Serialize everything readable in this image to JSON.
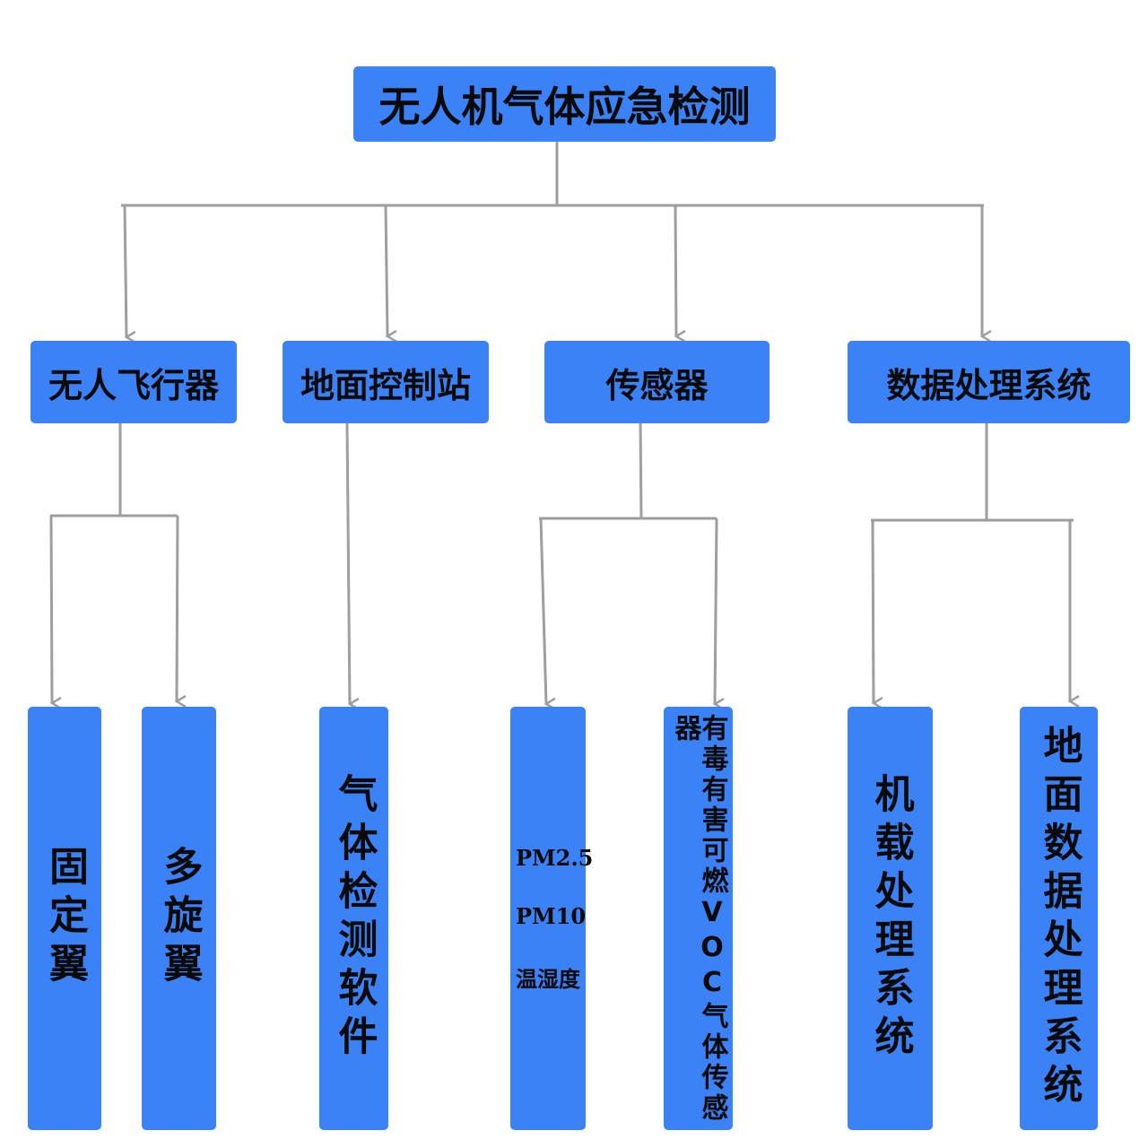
{
  "root": {
    "title": "无人机气体应急检测"
  },
  "level1": {
    "uav": "无人飞行器",
    "ground_station": "地面控制站",
    "sensor": "传感器",
    "data_processing": "数据处理系统"
  },
  "level2": {
    "fixed_wing": "固定翼",
    "multi_rotor": "多旋翼",
    "gas_software": "气体检测软件",
    "sensor_list": [
      "PM2.5",
      "PM10",
      "温湿度"
    ],
    "toxic_sensor": "有毒有害可燃VOC气体传感器",
    "onboard": "机载处理系统",
    "ground_data": "地面数据处理系统"
  },
  "colors": {
    "box": "#3a82f6",
    "line": "#9e9e9e",
    "text": "#0a0a0a"
  }
}
